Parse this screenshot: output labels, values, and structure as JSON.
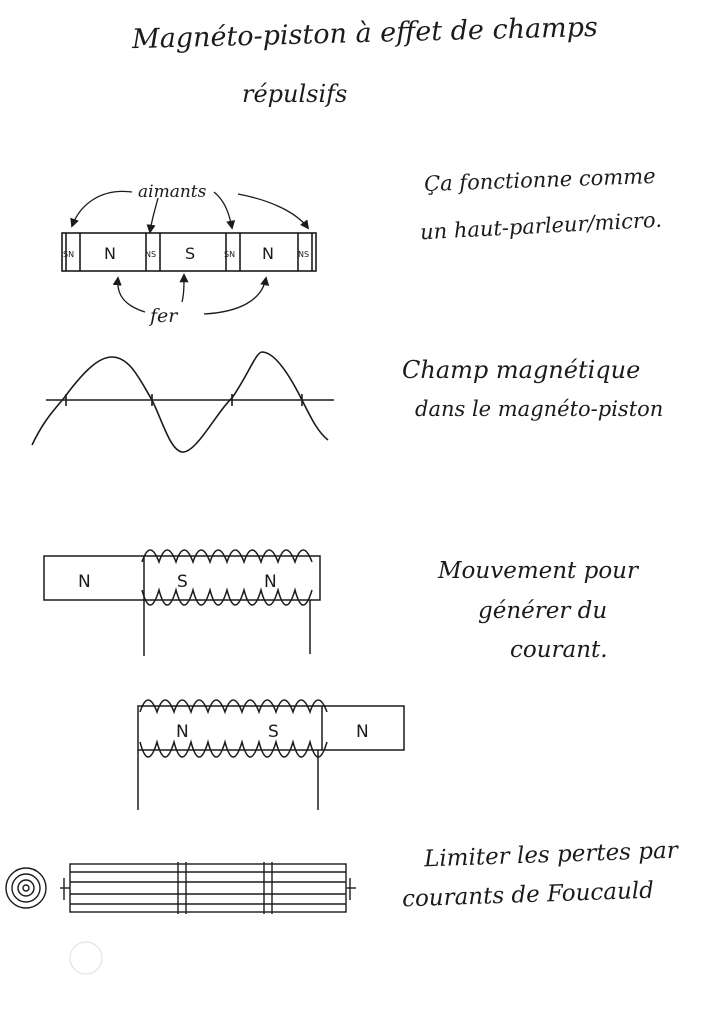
{
  "title": {
    "line1": "Magnéto-piston à effet de champs",
    "line2": "répulsifs"
  },
  "section1": {
    "label_magnets": "aimants",
    "label_iron": "fer",
    "poles_small": [
      "SN",
      "NS",
      "SN",
      "NS"
    ],
    "poles_large": [
      "N",
      "S",
      "N"
    ],
    "note_line1": "Ça fonctionne comme",
    "note_line2": "un haut-parleur/micro."
  },
  "section2": {
    "note_line1": "Champ magnétique",
    "note_line2": "dans le magnéto-piston"
  },
  "section3": {
    "piston1_poles": [
      "N",
      "S",
      "N"
    ],
    "piston2_poles": [
      "N",
      "S",
      "N"
    ],
    "note_line1": "Mouvement pour",
    "note_line2": "générer du",
    "note_line3": "courant."
  },
  "section4": {
    "note_line1": "Limiter les pertes par",
    "note_line2": "courants de Foucauld"
  }
}
